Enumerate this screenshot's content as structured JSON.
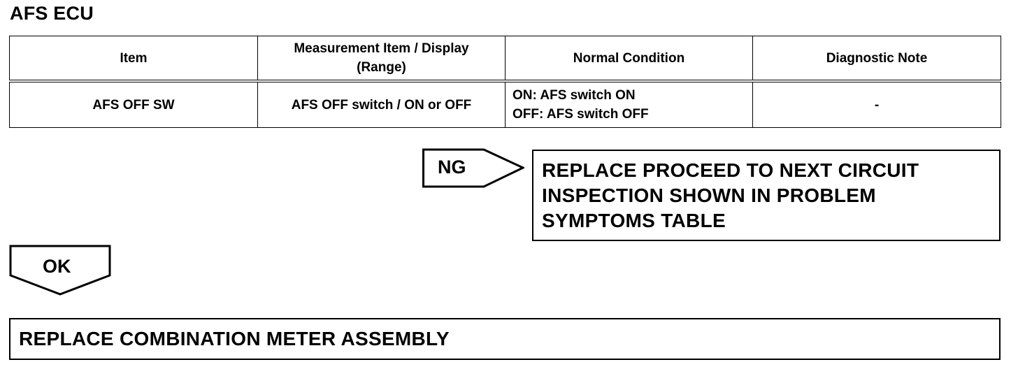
{
  "section": {
    "title": "AFS ECU"
  },
  "table": {
    "headers": {
      "item": "Item",
      "measurement_line1": "Measurement Item / Display",
      "measurement_line2": "(Range)",
      "normal": "Normal Condition",
      "note": "Diagnostic Note"
    },
    "rows": [
      {
        "item": "AFS OFF SW",
        "measurement": "AFS OFF switch / ON or OFF",
        "normal_line1": "ON: AFS switch ON",
        "normal_line2": "OFF: AFS switch OFF",
        "note": "-"
      }
    ]
  },
  "flow": {
    "ng_label": "NG",
    "ng_result_line1": "REPLACE PROCEED TO NEXT CIRCUIT",
    "ng_result_line2": "INSPECTION SHOWN IN PROBLEM",
    "ng_result_line3": "SYMPTOMS TABLE",
    "ok_label": "OK",
    "ok_result": "REPLACE COMBINATION METER ASSEMBLY"
  }
}
